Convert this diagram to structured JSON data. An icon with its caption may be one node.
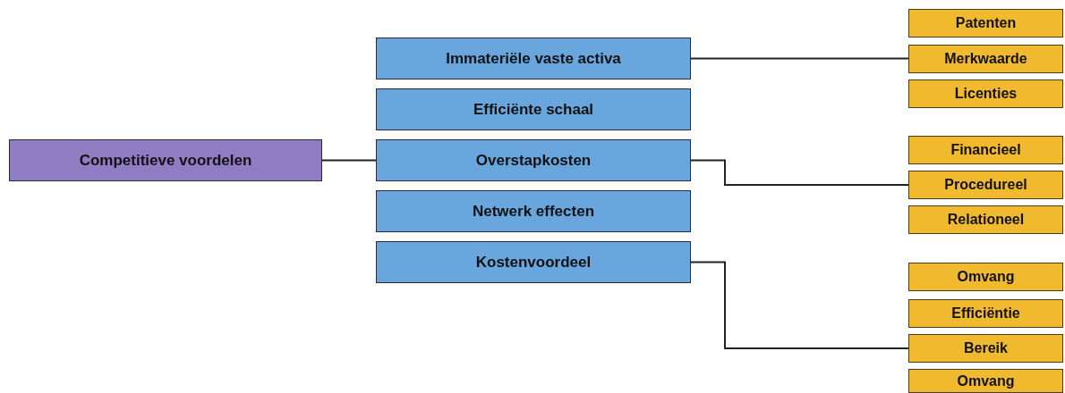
{
  "diagram": {
    "nodes": [
      {
        "text": [
          "Competitieve voordelen"
        ]
      },
      {
        "text": [
          "Immateriële vaste activa"
        ]
      },
      {
        "text": [
          "Efficiënte schaal"
        ]
      },
      {
        "text": [
          "Overstapkosten"
        ]
      },
      {
        "text": [
          "Netwerk effecten"
        ]
      },
      {
        "text": [
          "Kostenvoordeel"
        ]
      },
      {
        "text": [
          "Patenten"
        ]
      },
      {
        "text": [
          "Merkwaarde"
        ]
      },
      {
        "text": [
          "Licenties"
        ]
      },
      {
        "text": [
          "Financieel"
        ]
      },
      {
        "text": [
          "Procedureel"
        ]
      },
      {
        "text": [
          "Relationeel"
        ]
      },
      {
        "text": [
          "Omvang"
        ]
      },
      {
        "text": [
          "Efficiëntie"
        ]
      },
      {
        "text": [
          "Bereik"
        ]
      },
      {
        "text": [
          "Omvang"
        ]
      }
    ],
    "edges": [
      {
        "from": 0,
        "to": 3,
        "arrow": "none"
      },
      {
        "from": 1,
        "to": 7,
        "arrow": "none"
      },
      {
        "from": 3,
        "to": 10,
        "arrow": "none"
      },
      {
        "from": 5,
        "to": 14,
        "arrow": "none"
      }
    ]
  }
}
